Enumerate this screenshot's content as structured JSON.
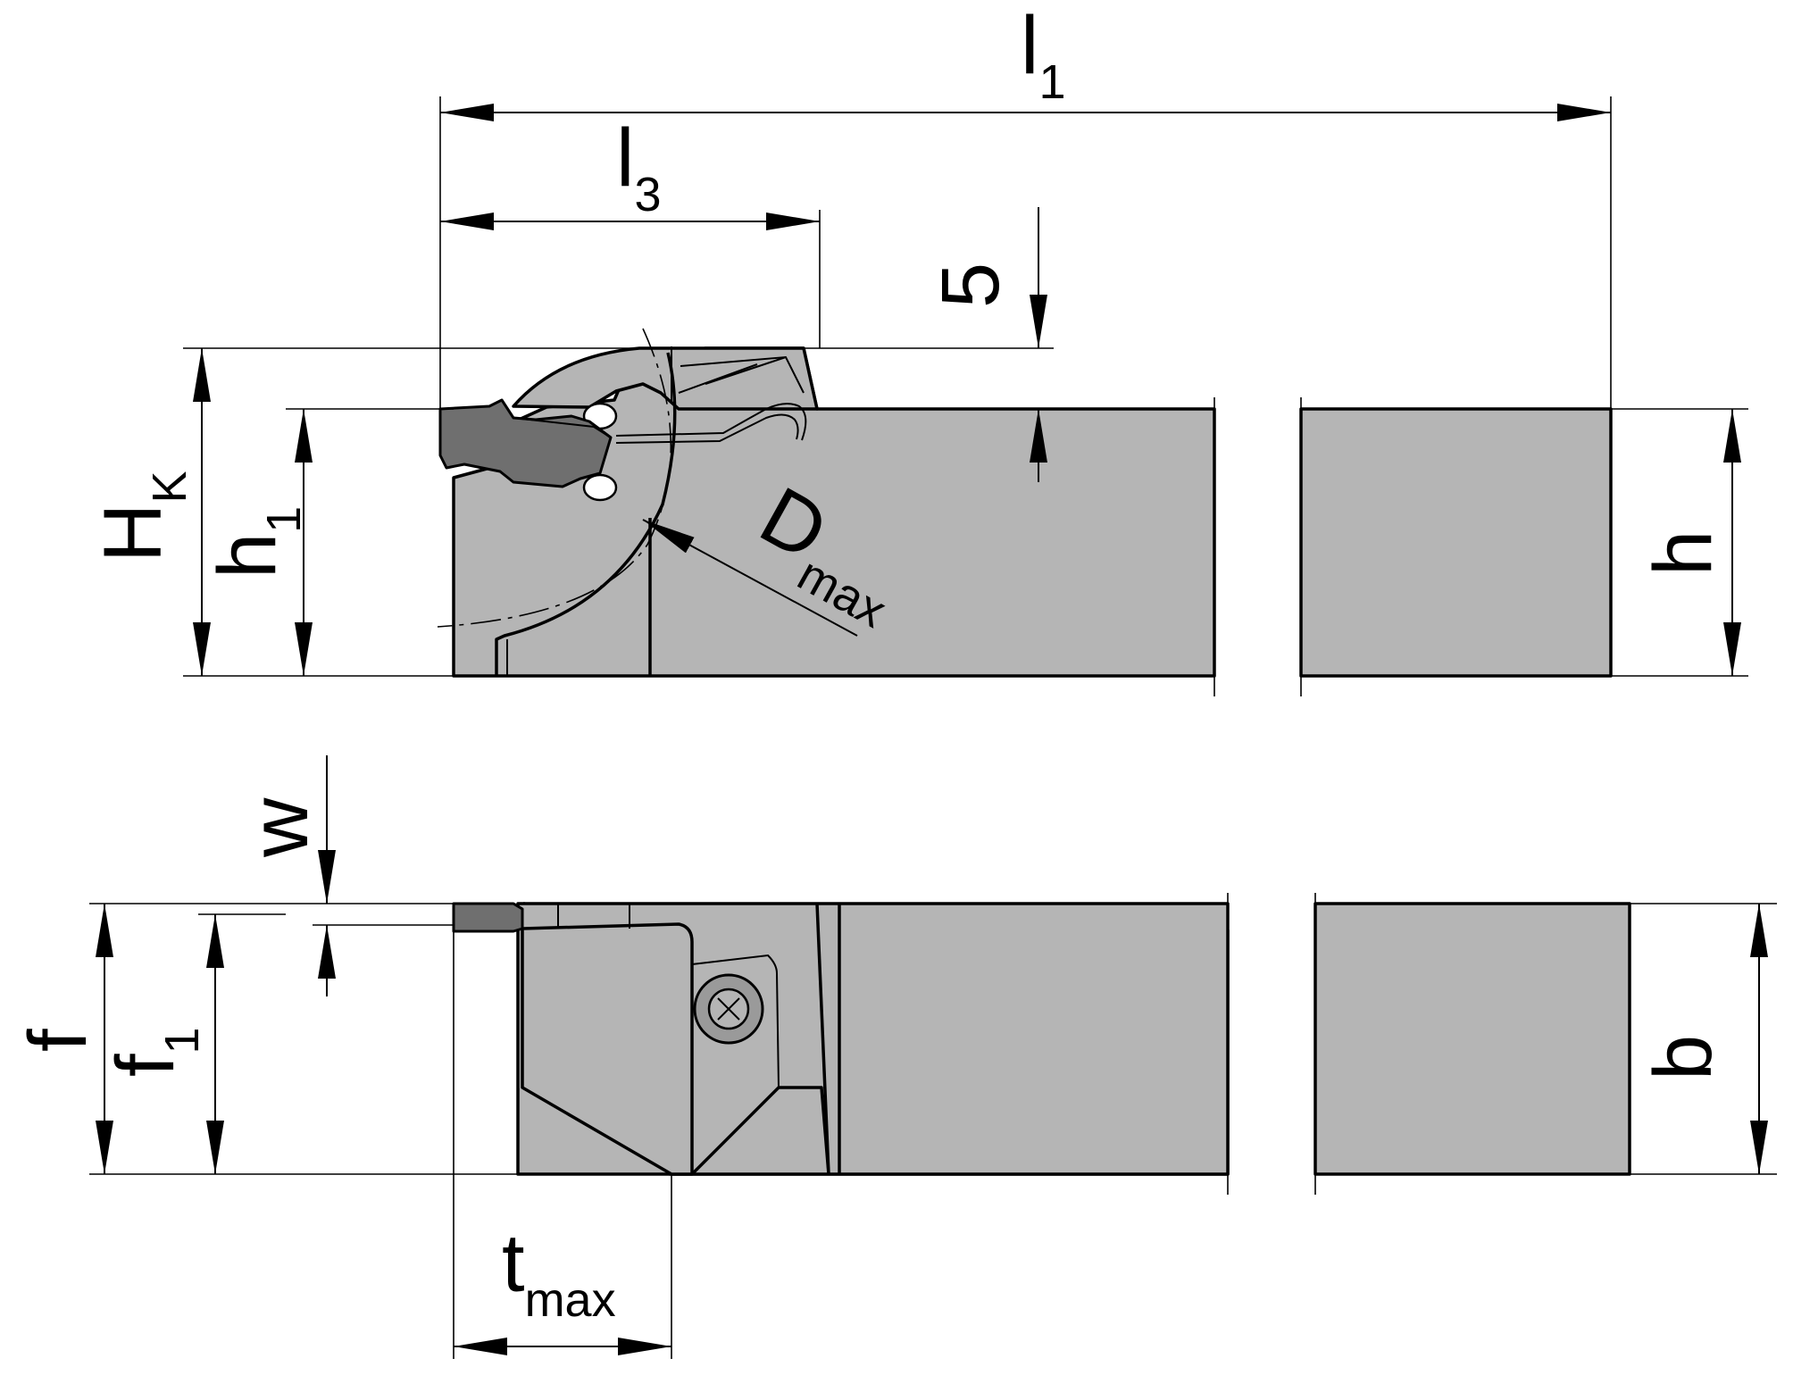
{
  "labels": {
    "l1": {
      "main": "l",
      "sub": "1"
    },
    "l3": {
      "main": "l",
      "sub": "3"
    },
    "five": "5",
    "hk": {
      "main": "H",
      "sub": "K"
    },
    "h1": {
      "main": "h",
      "sub": "1"
    },
    "h": "h",
    "dmax": {
      "main": "D",
      "sub": "max"
    },
    "w": "w",
    "f": "f",
    "f1": {
      "main": "f",
      "sub": "1"
    },
    "b": "b",
    "tmax": {
      "main": "t",
      "sub": "max"
    }
  },
  "colors": {
    "body": "#b5b5b5",
    "insert": "#6f6f6f",
    "line": "#000000",
    "background": "#ffffff"
  }
}
